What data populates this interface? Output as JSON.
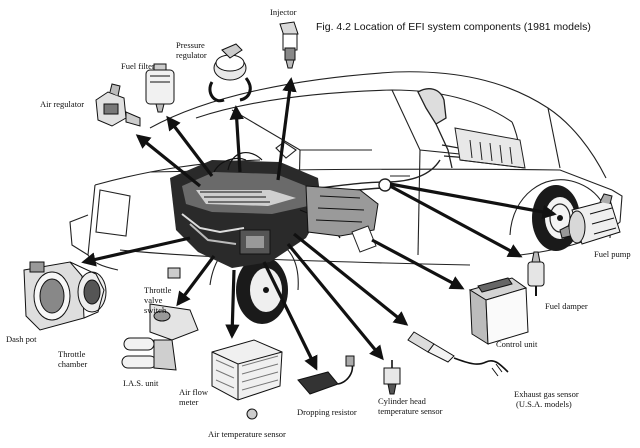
{
  "figure": {
    "title": "Fig. 4.2 Location of EFI system components (1981 models)"
  },
  "labels": {
    "injector": "Injector",
    "pressure_regulator_l1": "Pressure",
    "pressure_regulator_l2": "regulator",
    "fuel_filter": "Fuel filter",
    "air_regulator": "Air regulator",
    "fuel_pump": "Fuel pump",
    "fuel_damper": "Fuel damper",
    "throttle_valve_switch_l1": "Throttle",
    "throttle_valve_switch_l2": "valve",
    "throttle_valve_switch_l3": "switch",
    "dash_pot": "Dash pot",
    "throttle_chamber_l1": "Throttle",
    "throttle_chamber_l2": "chamber",
    "control_unit": "Control unit",
    "ias_unit": "I.A.S. unit",
    "air_flow_meter_l1": "Air flow",
    "air_flow_meter_l2": "meter",
    "dropping_resistor": "Dropping resistor",
    "cylinder_head_sensor_l1": "Cylinder head",
    "cylinder_head_sensor_l2": "temperature sensor",
    "exhaust_gas_sensor_l1": "Exhaust gas sensor",
    "exhaust_gas_sensor_l2": "(U.S.A. models)",
    "air_temperature_sensor": "Air temperature sensor"
  },
  "colors": {
    "ink": "#111111",
    "paper": "#ffffff"
  }
}
